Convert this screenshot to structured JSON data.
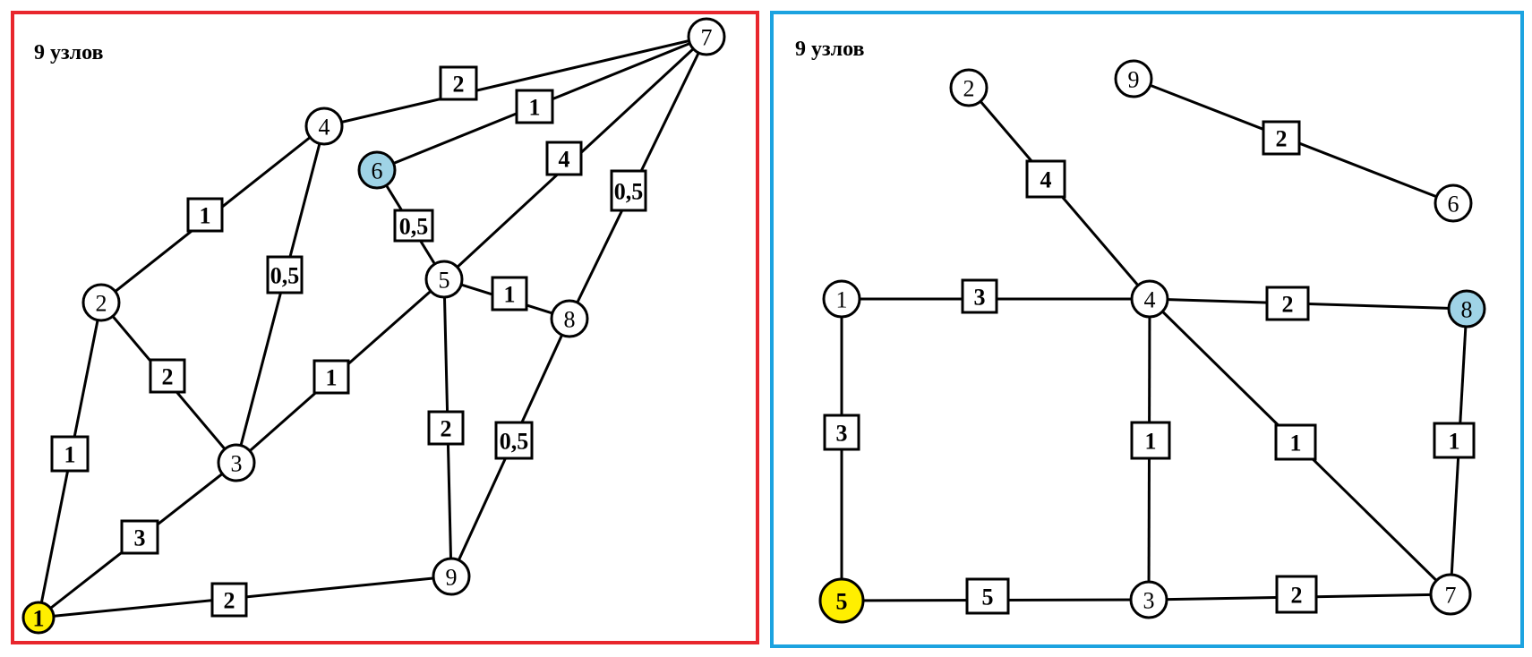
{
  "colors": {
    "left_border": "#e8262d",
    "right_border": "#1ca3e0",
    "start_node_fill": "#ffef00",
    "target_node_fill": "#9fd3e6",
    "node_fill": "#ffffff"
  },
  "graphs": [
    {
      "title": "9 узлов",
      "nodes": [
        {
          "id": "1",
          "label": "1",
          "role": "start"
        },
        {
          "id": "2",
          "label": "2",
          "role": "normal"
        },
        {
          "id": "3",
          "label": "3",
          "role": "normal"
        },
        {
          "id": "4",
          "label": "4",
          "role": "normal"
        },
        {
          "id": "5",
          "label": "5",
          "role": "normal"
        },
        {
          "id": "6",
          "label": "6",
          "role": "target"
        },
        {
          "id": "7",
          "label": "7",
          "role": "normal"
        },
        {
          "id": "8",
          "label": "8",
          "role": "normal"
        },
        {
          "id": "9",
          "label": "9",
          "role": "normal"
        }
      ],
      "edges": [
        {
          "from": "4",
          "to": "7",
          "weight": "2"
        },
        {
          "from": "6",
          "to": "7",
          "weight": "1"
        },
        {
          "from": "5",
          "to": "7",
          "weight": "4"
        },
        {
          "from": "8",
          "to": "7",
          "weight": "0,5"
        },
        {
          "from": "2",
          "to": "4",
          "weight": "1"
        },
        {
          "from": "3",
          "to": "4",
          "weight": "0,5"
        },
        {
          "from": "6",
          "to": "5",
          "weight": "0,5"
        },
        {
          "from": "5",
          "to": "8",
          "weight": "1"
        },
        {
          "from": "2",
          "to": "3",
          "weight": "2"
        },
        {
          "from": "3",
          "to": "5",
          "weight": "1"
        },
        {
          "from": "5",
          "to": "9",
          "weight": "2"
        },
        {
          "from": "8",
          "to": "9",
          "weight": "0,5"
        },
        {
          "from": "1",
          "to": "2",
          "weight": "1"
        },
        {
          "from": "1",
          "to": "3",
          "weight": "3"
        },
        {
          "from": "1",
          "to": "9",
          "weight": "2"
        }
      ]
    },
    {
      "title": "9 узлов",
      "nodes": [
        {
          "id": "1",
          "label": "1",
          "role": "normal"
        },
        {
          "id": "2",
          "label": "2",
          "role": "normal"
        },
        {
          "id": "3",
          "label": "3",
          "role": "normal"
        },
        {
          "id": "4",
          "label": "4",
          "role": "normal"
        },
        {
          "id": "5",
          "label": "5",
          "role": "start"
        },
        {
          "id": "6",
          "label": "6",
          "role": "normal"
        },
        {
          "id": "7",
          "label": "7",
          "role": "normal"
        },
        {
          "id": "8",
          "label": "8",
          "role": "target"
        },
        {
          "id": "9",
          "label": "9",
          "role": "normal"
        }
      ],
      "edges": [
        {
          "from": "2",
          "to": "4",
          "weight": "4"
        },
        {
          "from": "9",
          "to": "6",
          "weight": "2"
        },
        {
          "from": "1",
          "to": "4",
          "weight": "3"
        },
        {
          "from": "4",
          "to": "8",
          "weight": "2"
        },
        {
          "from": "1",
          "to": "5",
          "weight": "3"
        },
        {
          "from": "4",
          "to": "3",
          "weight": "1"
        },
        {
          "from": "4",
          "to": "7",
          "weight": "1"
        },
        {
          "from": "8",
          "to": "7",
          "weight": "1"
        },
        {
          "from": "5",
          "to": "3",
          "weight": "5"
        },
        {
          "from": "3",
          "to": "7",
          "weight": "2"
        }
      ]
    }
  ]
}
